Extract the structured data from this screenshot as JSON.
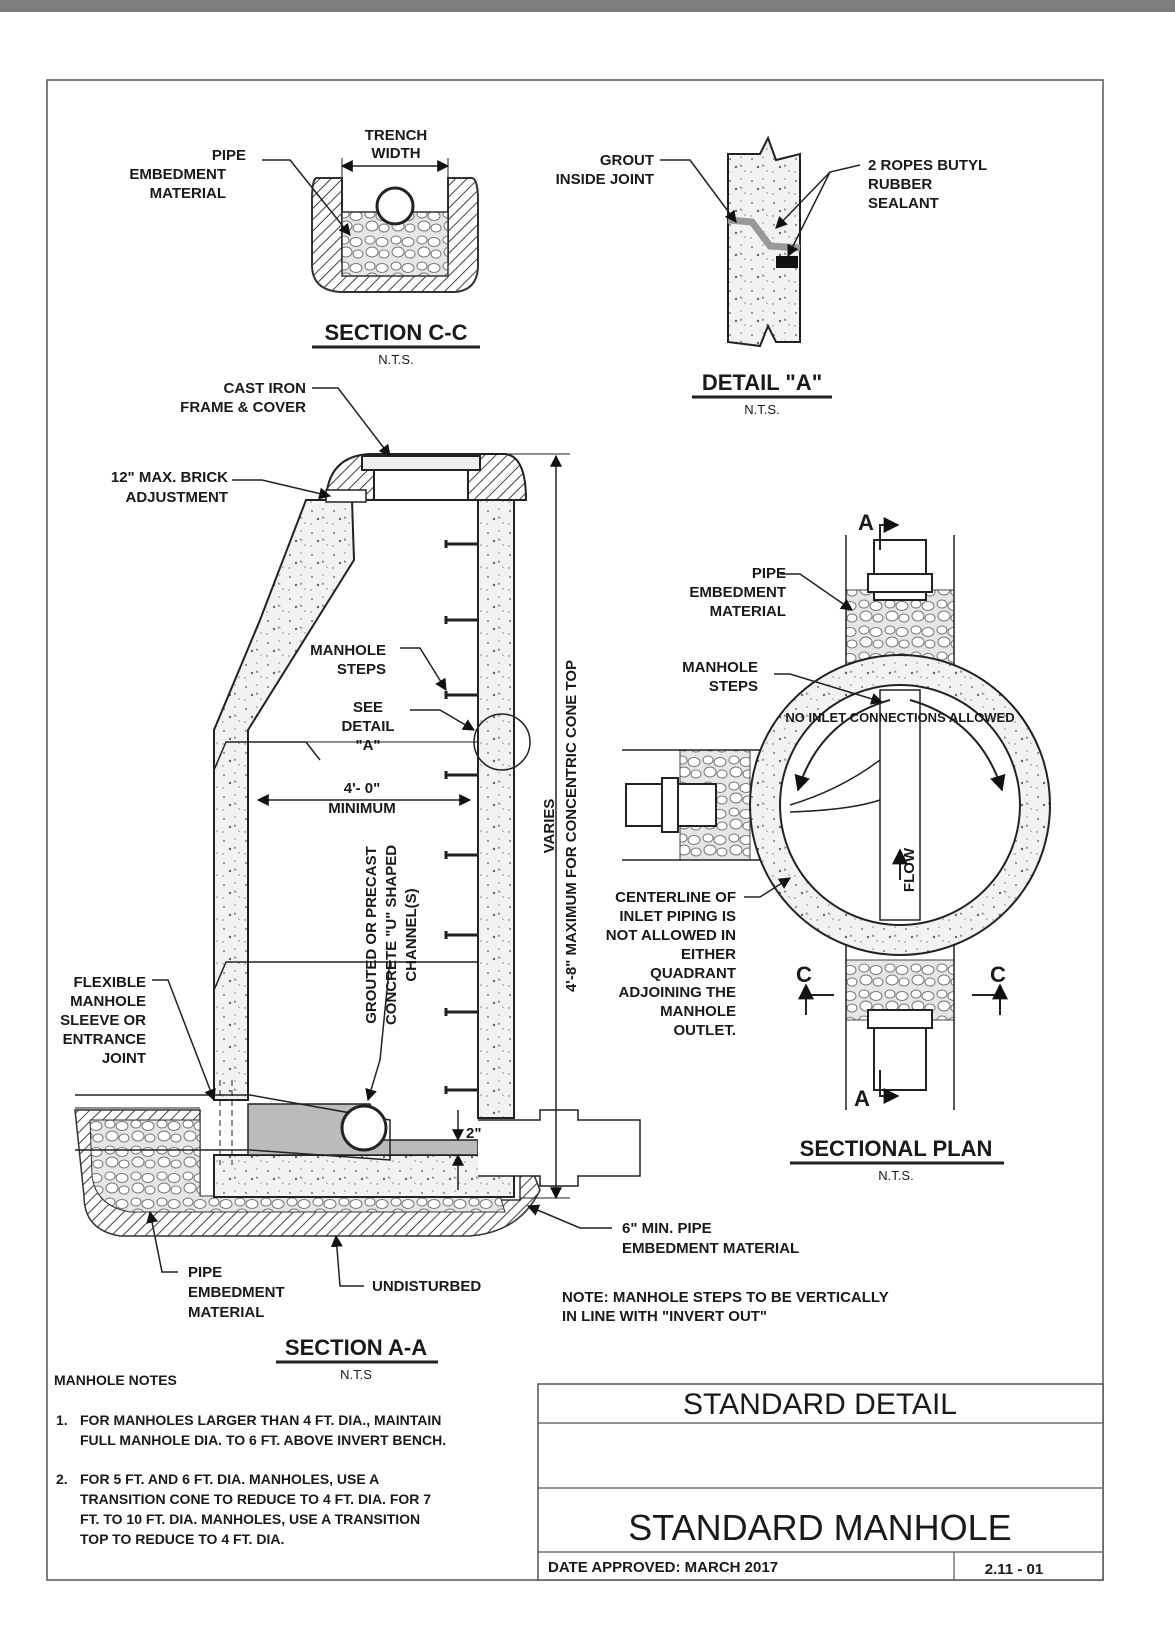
{
  "section_cc": {
    "title": "SECTION C-C",
    "scale": "N.T.S.",
    "trench_width": [
      "TRENCH",
      "WIDTH"
    ],
    "pipe_embedment": [
      "PIPE",
      "EMBEDMENT",
      "MATERIAL"
    ]
  },
  "detail_a": {
    "title": "DETAIL \"A\"",
    "scale": "N.T.S.",
    "grout": [
      "GROUT",
      "INSIDE JOINT"
    ],
    "sealant": [
      "2 ROPES BUTYL",
      "RUBBER",
      "SEALANT"
    ]
  },
  "section_aa": {
    "title": "SECTION A-A",
    "scale": "N.T.S",
    "frame_cover": [
      "CAST IRON",
      "FRAME & COVER"
    ],
    "brick": [
      "12\" MAX. BRICK",
      "ADJUSTMENT"
    ],
    "steps": [
      "MANHOLE",
      "STEPS"
    ],
    "see_detail": [
      "SEE",
      "DETAIL",
      "\"A\""
    ],
    "minimum": [
      "4'- 0\"",
      "MINIMUM"
    ],
    "channel": [
      "GROUTED OR PRECAST",
      "CONCRETE \"U\" SHAPED",
      "CHANNEL(S)"
    ],
    "varies": [
      "VARIES",
      "4'-8\" MAXIMUM FOR CONCENTRIC CONE TOP"
    ],
    "flexible": [
      "FLEXIBLE",
      "MANHOLE",
      "SLEEVE OR",
      "ENTRANCE",
      "JOINT"
    ],
    "two_inch": "2\"",
    "min_pipe": [
      "6\" MIN. PIPE",
      "EMBEDMENT MATERIAL"
    ],
    "pipe_embedment": [
      "PIPE",
      "EMBEDMENT",
      "MATERIAL"
    ],
    "undisturbed": "UNDISTURBED",
    "note": [
      "NOTE: MANHOLE STEPS TO BE VERTICALLY",
      "IN LINE WITH \"INVERT OUT\""
    ]
  },
  "sectional_plan": {
    "title": "SECTIONAL PLAN",
    "scale": "N.T.S.",
    "pipe_embedment": [
      "PIPE",
      "EMBEDMENT",
      "MATERIAL"
    ],
    "steps": [
      "MANHOLE",
      "STEPS"
    ],
    "arc": "NO INLET CONNECTIONS ALLOWED",
    "flow": "FLOW",
    "centerline": [
      "CENTERLINE OF",
      "INLET PIPING IS",
      "NOT ALLOWED IN",
      "EITHER",
      "QUADRANT",
      "ADJOINING THE",
      "MANHOLE",
      "OUTLET."
    ],
    "a_top": "A",
    "a_bottom": "A",
    "c_left": "C",
    "c_right": "C"
  },
  "notes": {
    "heading": "MANHOLE NOTES",
    "items": [
      [
        "1.",
        "FOR MANHOLES LARGER THAN 4 FT. DIA., MAINTAIN",
        "FULL MANHOLE DIA. TO 6 FT. ABOVE INVERT BENCH."
      ],
      [
        "2.",
        "FOR 5 FT. AND 6 FT. DIA. MANHOLES, USE A",
        "TRANSITION CONE TO REDUCE TO 4 FT. DIA. FOR 7",
        "FT. TO 10 FT. DIA. MANHOLES, USE A TRANSITION",
        "TOP TO REDUCE TO 4 FT. DIA."
      ]
    ]
  },
  "title_block": {
    "header": "STANDARD DETAIL",
    "name": "STANDARD MANHOLE",
    "date": "DATE APPROVED: MARCH 2017",
    "number": "2.11 - 01"
  }
}
